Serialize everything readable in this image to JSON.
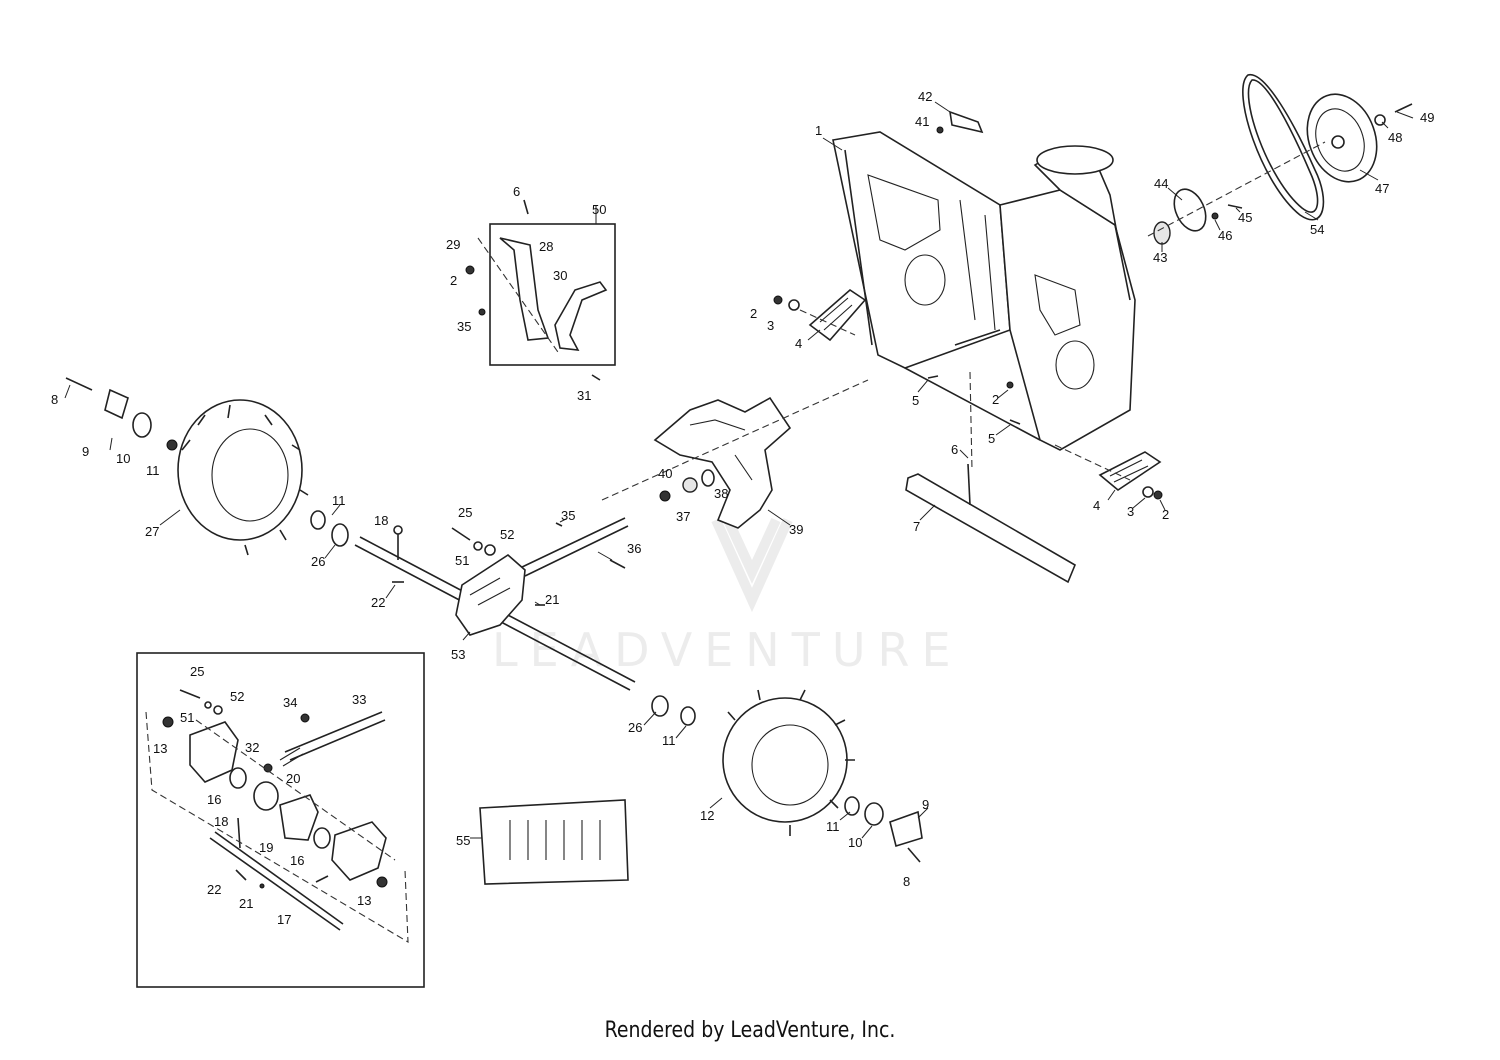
{
  "watermark": "LEADVENTURE",
  "credit": "Rendered by LeadVenture, Inc.",
  "callouts": [
    "1",
    "2",
    "3",
    "4",
    "5",
    "6",
    "7",
    "8",
    "9",
    "10",
    "11",
    "12",
    "13",
    "16",
    "17",
    "18",
    "19",
    "20",
    "21",
    "22",
    "25",
    "26",
    "27",
    "28",
    "29",
    "30",
    "31",
    "32",
    "33",
    "34",
    "35",
    "36",
    "37",
    "38",
    "39",
    "40",
    "41",
    "42",
    "43",
    "44",
    "45",
    "46",
    "47",
    "48",
    "49",
    "50",
    "51",
    "52",
    "53",
    "54",
    "55"
  ]
}
